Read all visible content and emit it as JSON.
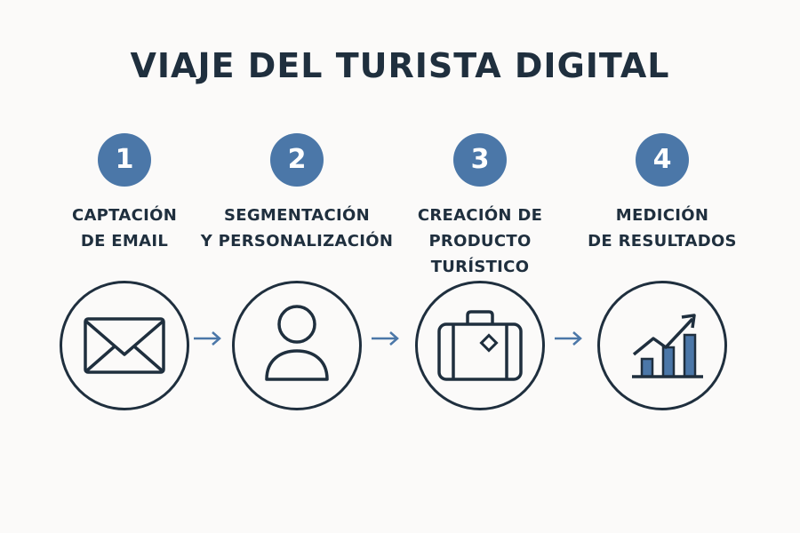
{
  "title": "VIAJE DEL TURISTA DIGITAL",
  "steps": [
    {
      "number": "1",
      "label_lines": [
        "CAPTACIÓN",
        "DE EMAIL"
      ],
      "icon": "envelope-icon"
    },
    {
      "number": "2",
      "label_lines": [
        "SEGMENTACIÓN",
        "Y PERSONALIZACIÓN"
      ],
      "icon": "person-icon"
    },
    {
      "number": "3",
      "label_lines": [
        "CREACIÓN DE",
        "PRODUCTO",
        "TURÍSTICO"
      ],
      "icon": "suitcase-icon"
    },
    {
      "number": "4",
      "label_lines": [
        "MEDICIÓN",
        "DE RESULTADOS"
      ],
      "icon": "growth-chart-icon"
    }
  ],
  "colors": {
    "accent": "#4b77a8",
    "text": "#1f2f3e",
    "background": "#fbfaf9"
  }
}
